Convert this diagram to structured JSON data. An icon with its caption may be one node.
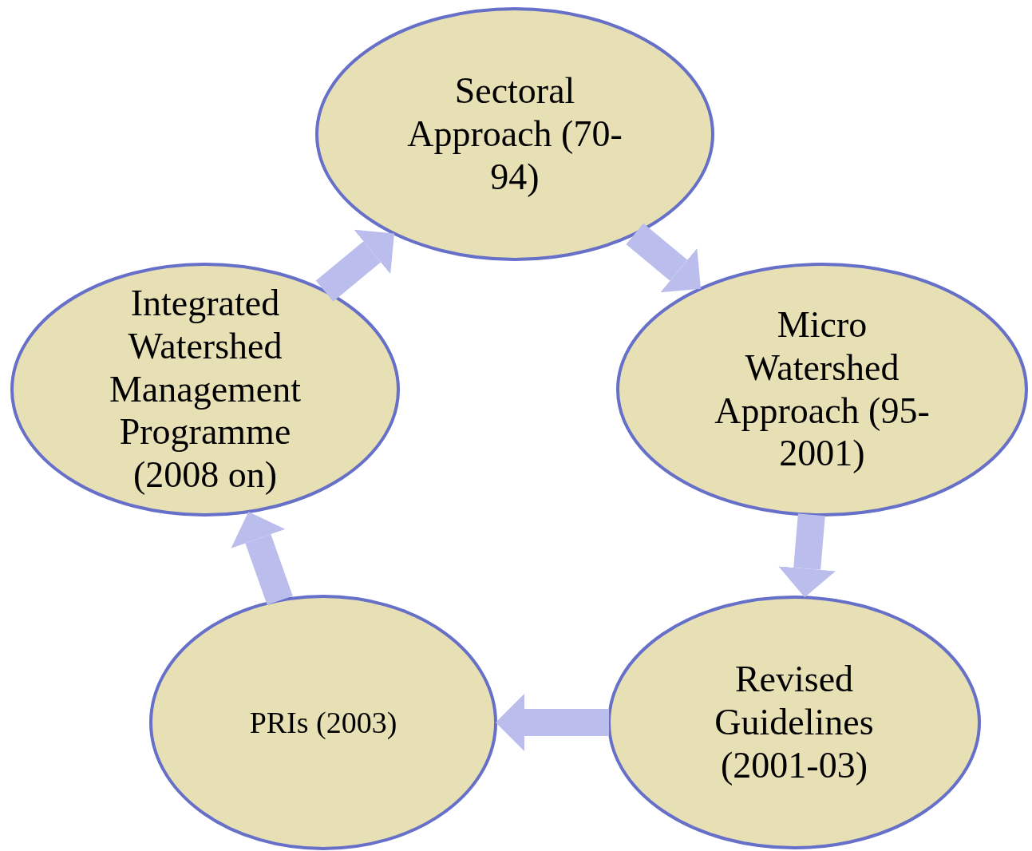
{
  "diagram": {
    "nodes": [
      {
        "text": [
          "Sectoral Approach (70-94)"
        ]
      },
      {
        "text": [
          "Micro Watershed Approach (95-2001)"
        ]
      },
      {
        "text": [
          "Revised Guidelines (2001-03)"
        ]
      },
      {
        "text": [
          "PRIs (2003)"
        ]
      },
      {
        "text": [
          "Integrated Watershed Management Programme (2008 on)"
        ]
      }
    ],
    "edges": [
      {
        "from": 0,
        "to": 1,
        "arrow": "to"
      },
      {
        "from": 1,
        "to": 2,
        "arrow": "to"
      },
      {
        "from": 2,
        "to": 3,
        "arrow": "to"
      },
      {
        "from": 3,
        "to": 4,
        "arrow": "to"
      },
      {
        "from": 4,
        "to": 0,
        "arrow": "to"
      }
    ]
  }
}
